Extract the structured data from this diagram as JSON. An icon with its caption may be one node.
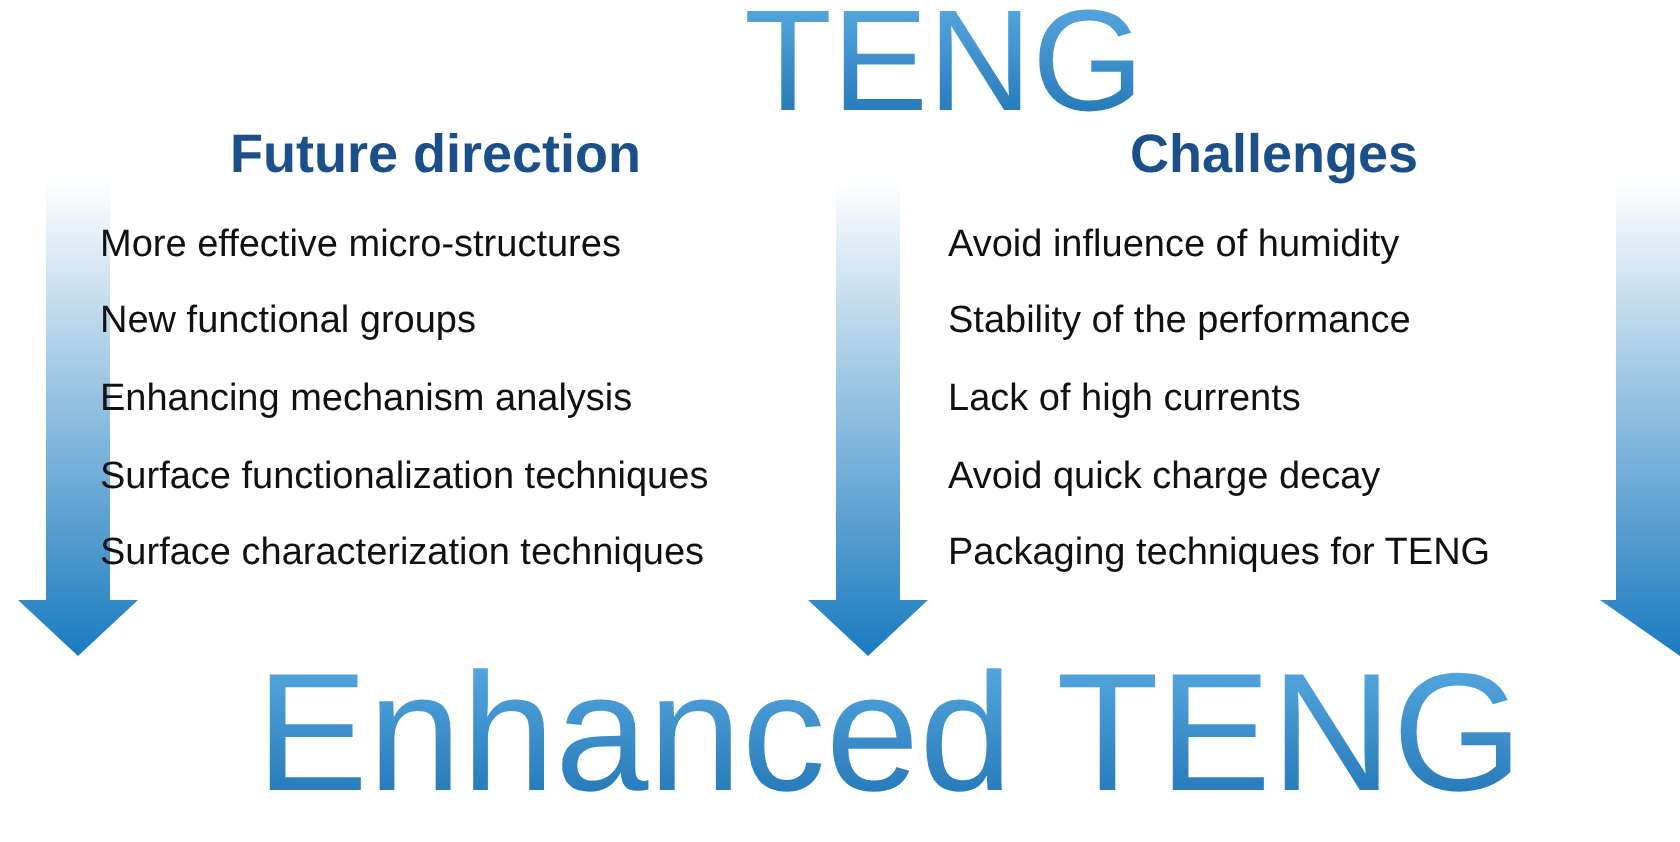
{
  "diagram": {
    "title": "TENG",
    "labels": [
      "Future direction",
      "Challenges",
      "More effective micro-structures",
      "New functional groups",
      "Enhancing mechanism analysis",
      "Surface functionalization techniques",
      "Surface characterization techniques",
      "Avoid influence of humidity",
      "Stability of the performance",
      "Lack of high currents",
      "Avoid quick charge decay",
      "Packaging techniques for TENG",
      "Enhanced TENG"
    ]
  }
}
